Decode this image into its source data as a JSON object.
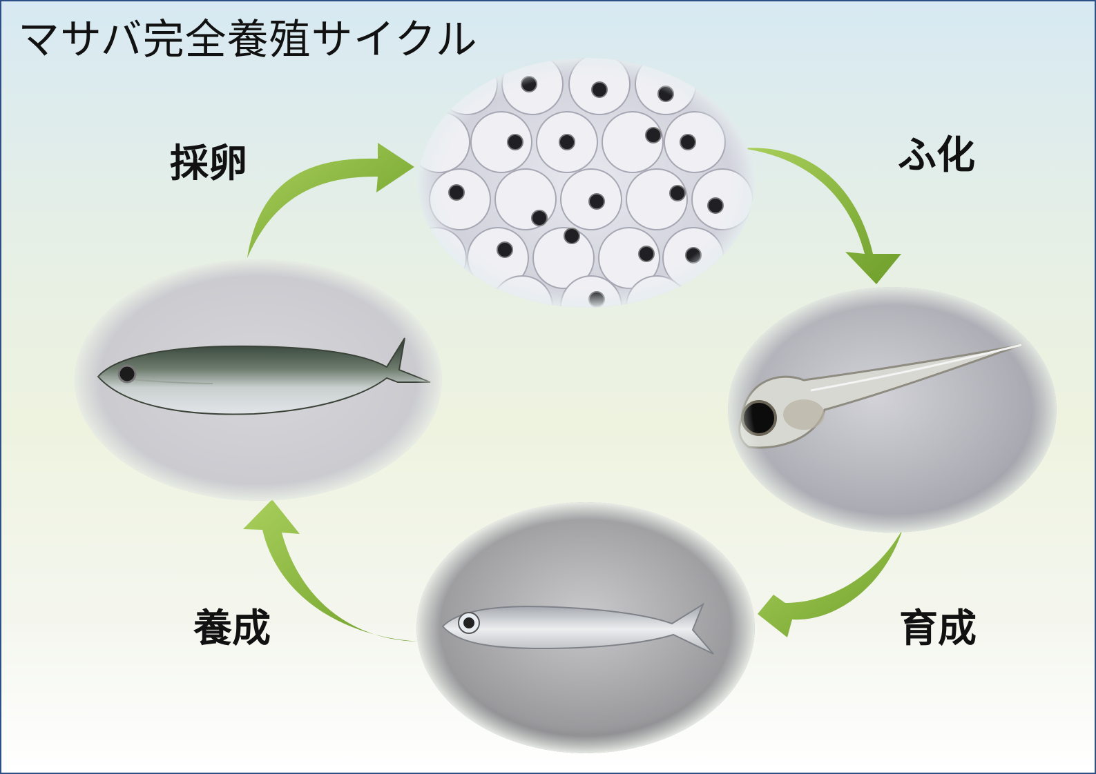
{
  "title": "マサバ完全養殖サイクル",
  "stages": {
    "spawning": "採卵",
    "hatching": "ふ化",
    "rearing": "育成",
    "culturing": "養成"
  },
  "colors": {
    "frame": "#2e4f86",
    "arrow": "#8dbb3e"
  }
}
